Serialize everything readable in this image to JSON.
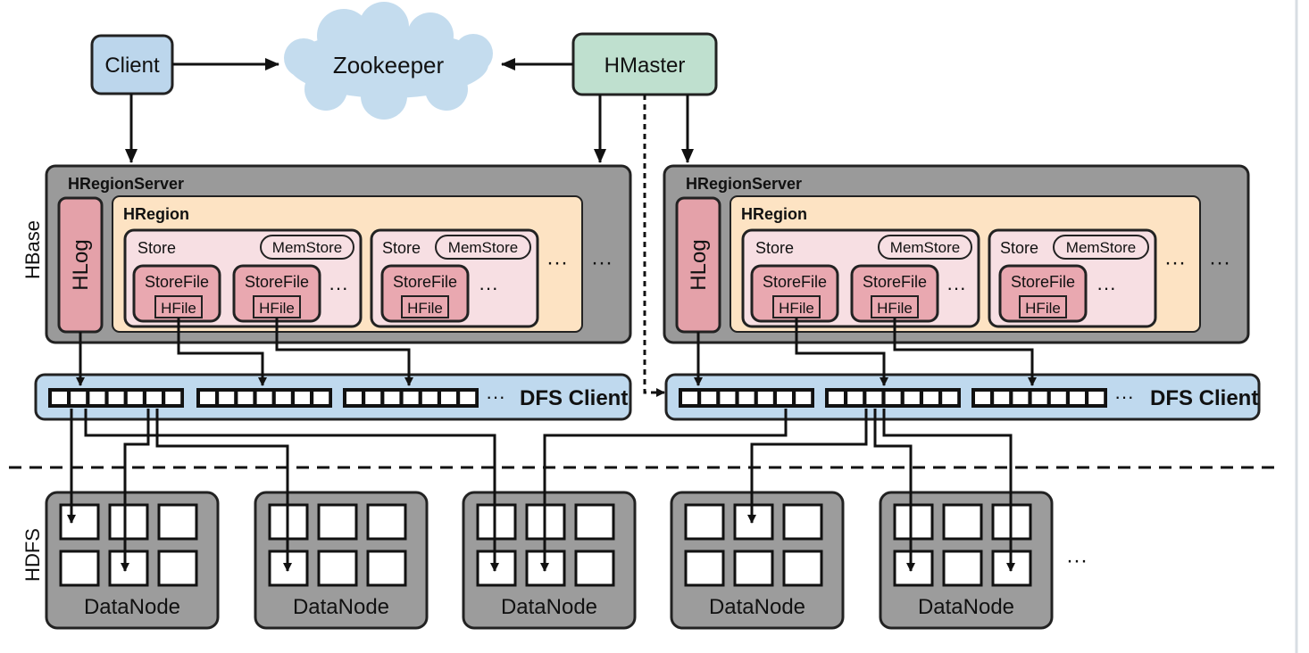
{
  "labels": {
    "client": "Client",
    "zookeeper": "Zookeeper",
    "hmaster": "HMaster",
    "hbase": "HBase",
    "hdfs": "HDFS",
    "region_server": "HRegionServer",
    "hlog": "HLog",
    "hregion": "HRegion",
    "store": "Store",
    "memstore": "MemStore",
    "storefile": "StoreFile",
    "hfile": "HFile",
    "ellipsis": "···",
    "dfs_client": "DFS Client",
    "datanode": "DataNode"
  },
  "colors": {
    "client": "#bcd6ec",
    "zookeeper": "#c4dcee",
    "hmaster": "#bfe0cf",
    "region_server": "#9a9a9a",
    "hregion": "#fde3c3",
    "store": "#f7dfe3",
    "storefile": "#e9a8b0",
    "hlog": "#e4a1a9",
    "dfs_client": "#bfd9ee",
    "datanode": "#9c9c9c"
  }
}
